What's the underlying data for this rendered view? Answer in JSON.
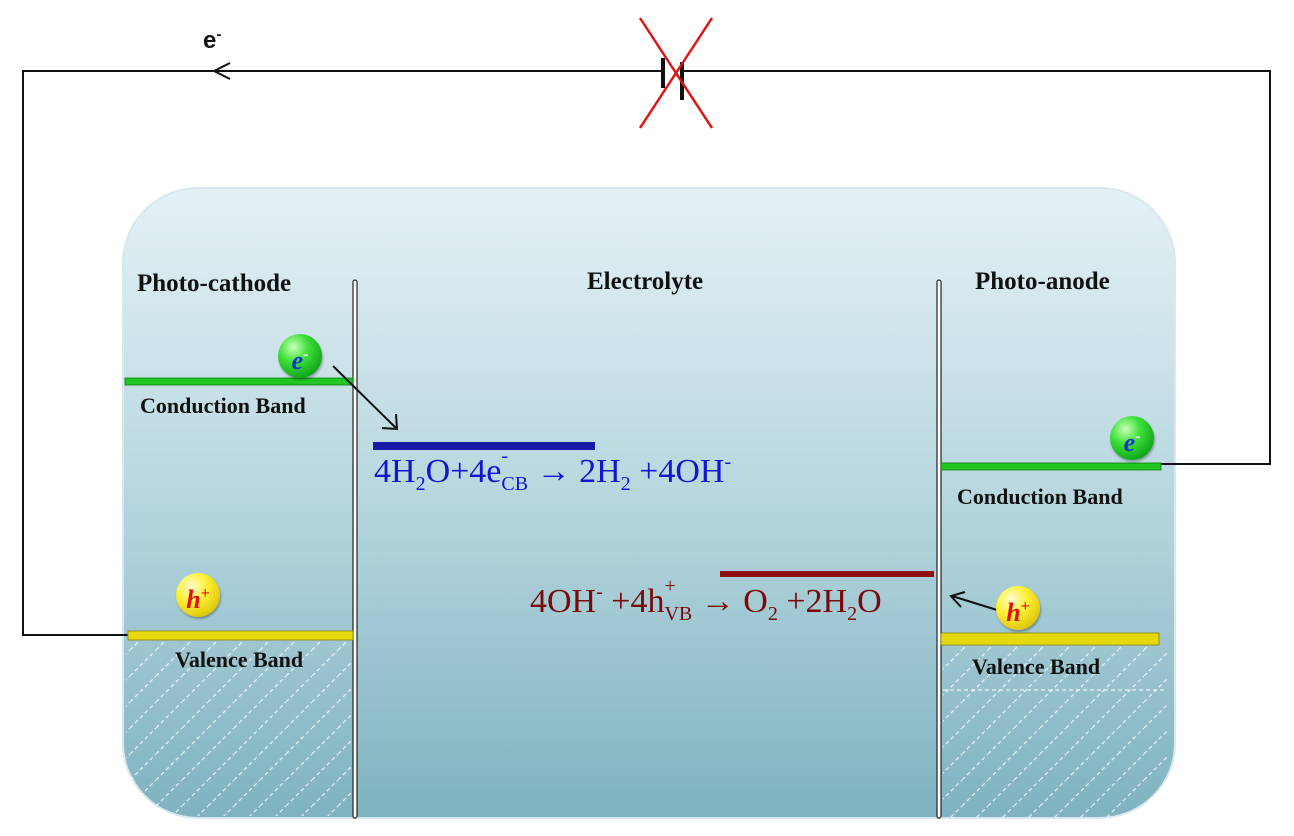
{
  "circuit": {
    "electron_label": "e",
    "electron_sup": "-"
  },
  "regions": {
    "cathode_title": "Photo-cathode",
    "electrolyte_title": "Electrolyte",
    "anode_title": "Photo-anode"
  },
  "cathode": {
    "conduction_band": "Conduction Band",
    "valence_band": "Valence Band",
    "electron_symbol": "e",
    "electron_sup": "-",
    "hole_symbol": "h",
    "hole_sup": "+"
  },
  "anode": {
    "conduction_band": "Conduction Band",
    "valence_band": "Valence Band",
    "electron_symbol": "e",
    "electron_sup": "-",
    "hole_symbol": "h",
    "hole_sup": "+"
  },
  "reactions": {
    "reduction": {
      "t1": "4H",
      "s1": "2",
      "t2": "O+4e",
      "sup1": "-",
      "sub1": "CB",
      "arrow": " → ",
      "t3": "2H",
      "s2": "2",
      "t4": " +4OH",
      "sup2": "-"
    },
    "oxidation": {
      "t1": "4OH",
      "sup1": "-",
      "t2": " +4h",
      "sup2": "+",
      "sub2": "VB",
      "arrow": " → ",
      "t3": "O",
      "s1": "2",
      "t4": " +2H",
      "s2": "2",
      "t5": "O"
    }
  },
  "colors": {
    "reduction": "#1414d2",
    "oxidation": "#7a0a0a",
    "conduction_band": "#22c622",
    "valence_band": "#e6d80e",
    "cross": "#e01414"
  }
}
